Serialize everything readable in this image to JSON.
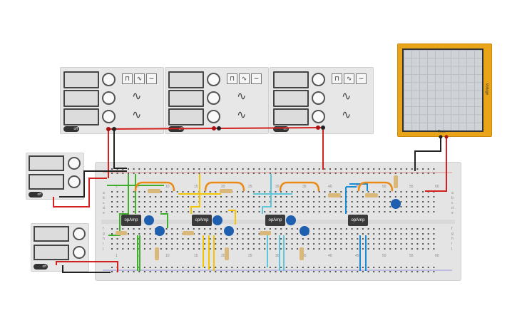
{
  "function_generators": [
    {
      "id": "fg1",
      "switch_label": "off"
    },
    {
      "id": "fg2",
      "switch_label": "off"
    },
    {
      "id": "fg3",
      "switch_label": "off"
    }
  ],
  "power_supplies": [
    {
      "id": "psu1",
      "switch_label": "off"
    },
    {
      "id": "psu2",
      "switch_label": "off"
    }
  ],
  "oscilloscope": {
    "time_label": "Time",
    "voltage_label": "Voltage"
  },
  "breadboard": {
    "chips": [
      "opAmp",
      "opAmp",
      "opAmp",
      "opAmp"
    ],
    "column_numbers_top": [
      "1",
      "5",
      "10",
      "15",
      "20",
      "25",
      "30",
      "35",
      "40",
      "45",
      "50",
      "55",
      "60"
    ],
    "column_numbers_bottom": [
      "1",
      "5",
      "10",
      "15",
      "20",
      "25",
      "30",
      "35",
      "40",
      "45",
      "50",
      "55",
      "60"
    ],
    "row_letters_left": [
      "a",
      "b",
      "c",
      "d",
      "e",
      "f",
      "g",
      "h",
      "i",
      "j"
    ],
    "row_letters_right": [
      "a",
      "b",
      "c",
      "d",
      "e",
      "f",
      "g",
      "h",
      "i",
      "j"
    ]
  },
  "colors": {
    "wire_red": "#d32020",
    "wire_black": "#222222",
    "wire_green": "#3fae2a",
    "wire_yellow": "#f2c500",
    "wire_cyan": "#5ec6d8",
    "wire_blue": "#1a8ad4",
    "wire_orange": "#e98a16",
    "capacitor": "#1f5fb0",
    "scope": "#e9a41a"
  }
}
